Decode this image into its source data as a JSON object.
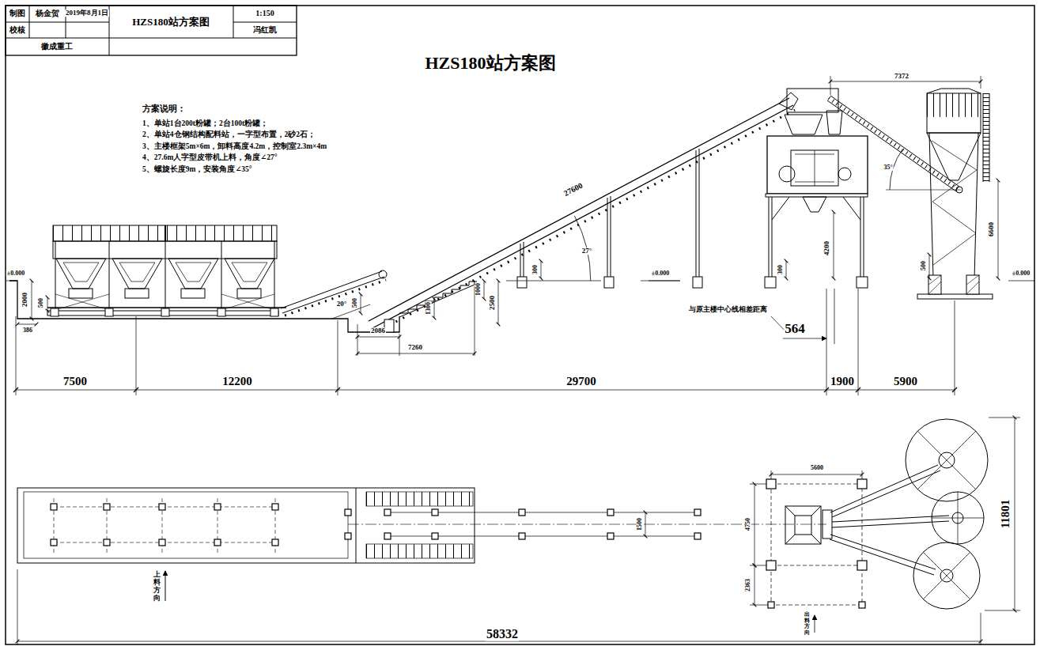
{
  "diagram": {
    "title": "HZS180站方案图",
    "labels": [
      "制图",
      "杨金贺",
      "2019年8月1日",
      "HZS180站方案图",
      "1:150",
      "校核",
      "冯红凯",
      "徽成重工",
      "方案说明：",
      "1、单站1台200t粉罐；2台100t粉罐；",
      "2、单站4仓钢结构配料站，一字型布置，2砂2石；",
      "3、主楼框架5m×6m，卸料高度4.2m，控制室2.3m×4m",
      "4、27.6m人字型皮带机上料，角度∠27°",
      "5、螺旋长度9m，安装角度∠35°",
      "±0.000",
      "2000",
      "500",
      "386",
      "20°",
      "500",
      "1000",
      "1300",
      "2500",
      "2086",
      "7260",
      "300",
      "27600",
      "27°",
      "±0.000",
      "300",
      "4200",
      "7372",
      "35°",
      "6600",
      "500",
      "±0.000",
      "与原主楼中心线相差距离",
      "564",
      "7500",
      "12200",
      "29700",
      "1900",
      "5900",
      "1500",
      "5600",
      "4750",
      "2363",
      "11801",
      "上料方向",
      "出料方向",
      "58332"
    ]
  }
}
